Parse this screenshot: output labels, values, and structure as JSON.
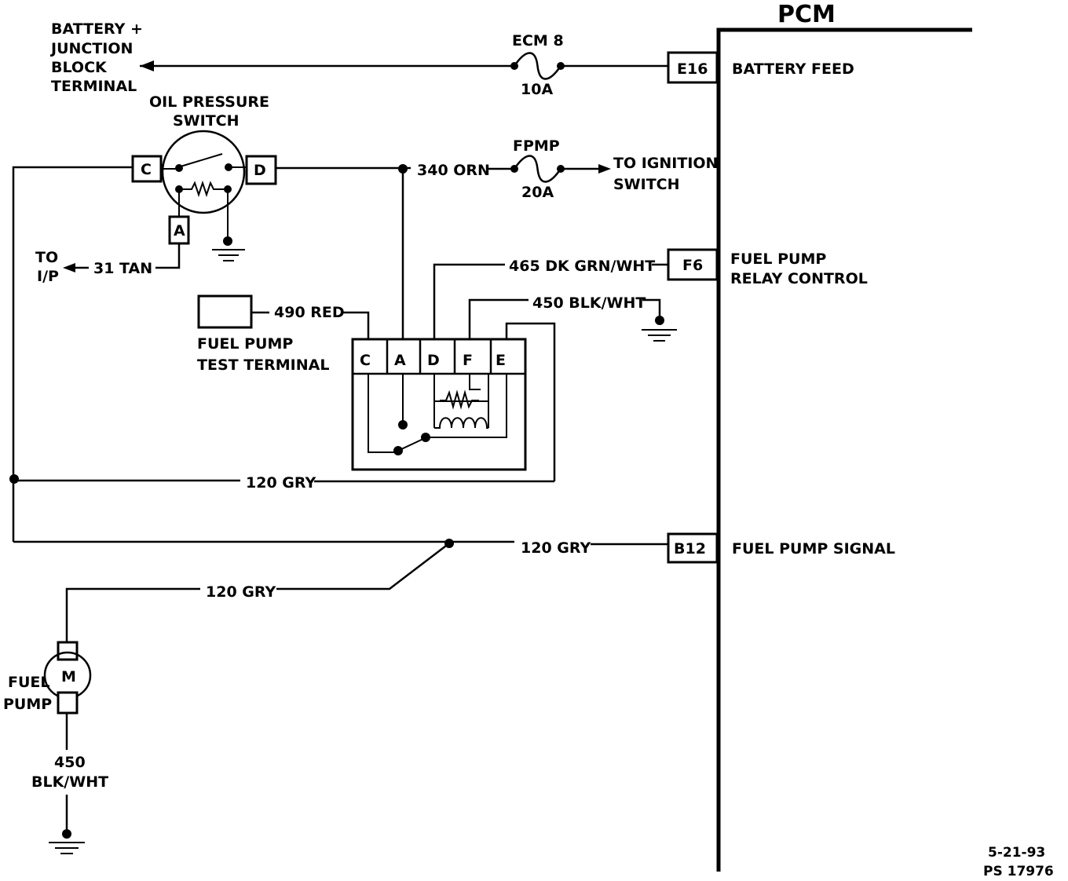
{
  "pcm": {
    "title": "PCM",
    "pins": [
      {
        "id": "E16",
        "name": "BATTERY FEED"
      },
      {
        "id": "F6",
        "name_line1": "FUEL PUMP",
        "name_line2": "RELAY CONTROL"
      },
      {
        "id": "B12",
        "name": "FUEL PUMP SIGNAL"
      }
    ]
  },
  "battery_junction": {
    "line1": "BATTERY +",
    "line2": "JUNCTION",
    "line3": "BLOCK",
    "line4": "TERMINAL"
  },
  "fuses": {
    "ecm": {
      "name": "ECM 8",
      "rating": "10A"
    },
    "fpmp": {
      "name": "FPMP",
      "rating": "20A"
    }
  },
  "ignition": {
    "line1": "TO IGNITION",
    "line2": "SWITCH"
  },
  "oil_pressure_switch": {
    "line1": "OIL PRESSURE",
    "line2": "SWITCH",
    "pins": {
      "c": "C",
      "d": "D",
      "a": "A"
    }
  },
  "to_ip": {
    "line1": "TO",
    "line2": "I/P"
  },
  "wires": {
    "w31": "31 TAN",
    "w340": "340 ORN",
    "w465": "465 DK GRN/WHT",
    "w450_relay": "450 BLK/WHT",
    "w490": "490 RED",
    "w120_a": "120 GRY",
    "w120_b": "120 GRY",
    "w120_c": "120 GRY",
    "w450_pump_num": "450",
    "w450_pump_color": "BLK/WHT"
  },
  "test_terminal": {
    "line1": "FUEL PUMP",
    "line2": "TEST TERMINAL"
  },
  "relay": {
    "pins": [
      "C",
      "A",
      "D",
      "F",
      "E"
    ]
  },
  "fuel_pump": {
    "symbol": "M",
    "line1": "FUEL",
    "line2": "PUMP"
  },
  "footer": {
    "date": "5-21-93",
    "ref": "PS 17976"
  }
}
